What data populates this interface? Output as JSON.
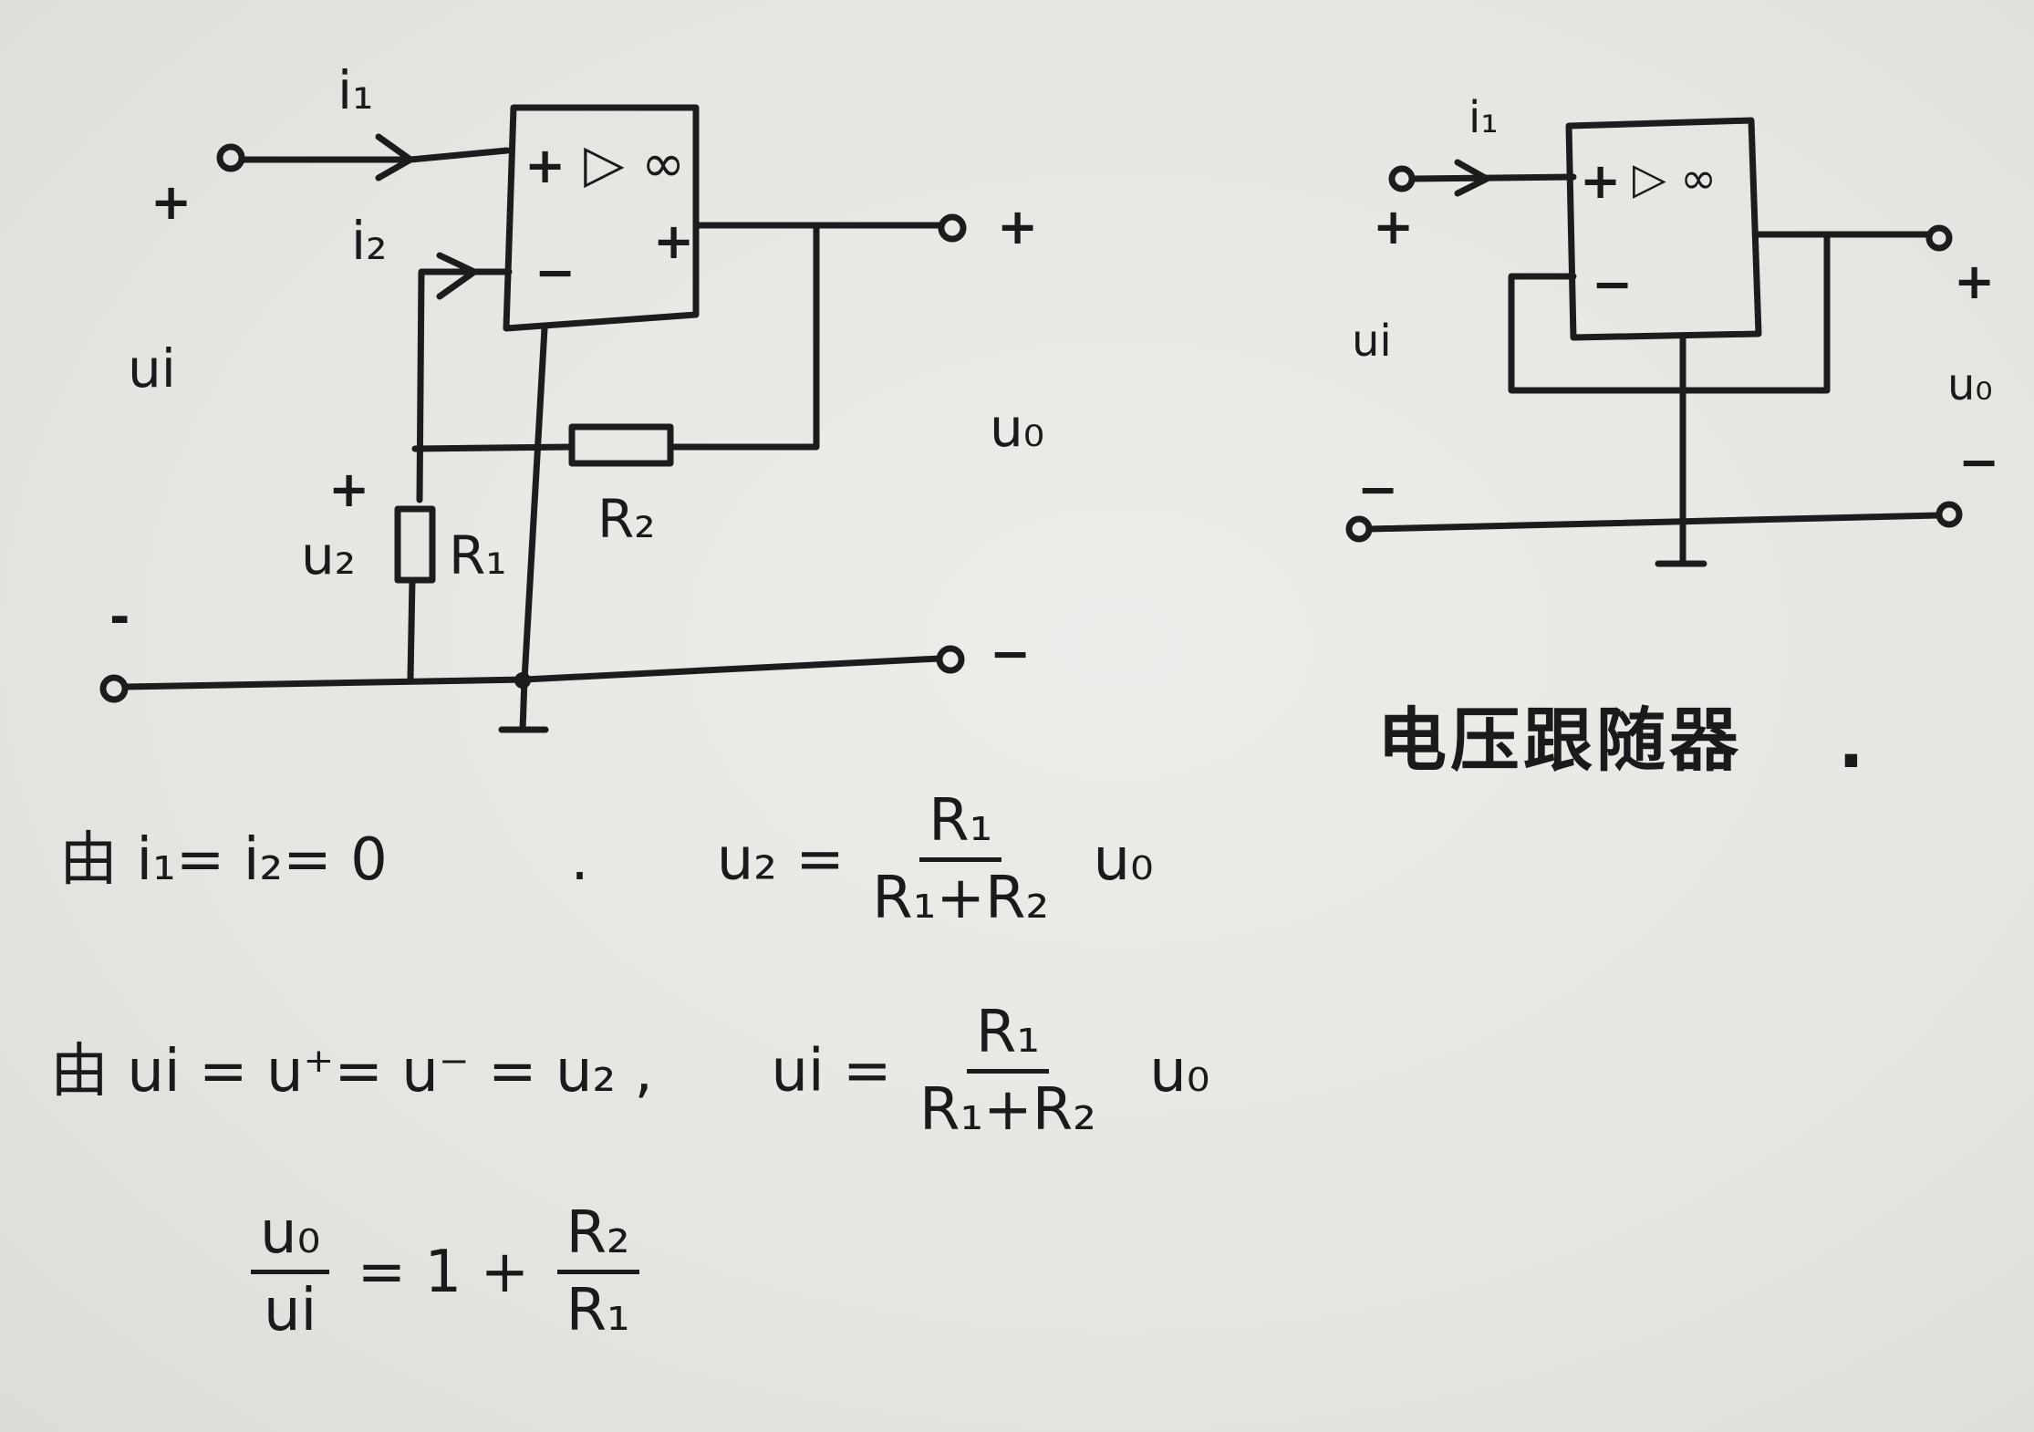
{
  "left_circuit": {
    "i1": "i₁",
    "i2": "i₂",
    "opamp_plus": "+",
    "opamp_minus": "−",
    "opamp_symbol": "▷ ∞",
    "opamp_out_sign": "+",
    "ui": "ui",
    "uo": "u₀",
    "u2": "u₂",
    "r1": "R₁",
    "r2": "R₂",
    "in_plus": "+",
    "in_minus": "-",
    "out_plus": "+",
    "out_minus": "−",
    "u2_plus": "+"
  },
  "right_circuit": {
    "i1": "i₁",
    "opamp_plus": "+",
    "opamp_minus": "−",
    "opamp_symbol": "▷ ∞",
    "ui": "ui",
    "uo": "u₀",
    "in_plus": "+",
    "in_minus": "−",
    "out_plus": "+",
    "out_minus": "−",
    "caption": "电压跟随器",
    "caption_dot": "."
  },
  "equations": {
    "line1_left": "由 i₁= i₂= 0",
    "line1_sep": ".",
    "line1_lhs": "u₂ =",
    "line1_num": "R₁",
    "line1_den": "R₁+R₂",
    "line1_tail": "u₀",
    "line2_left": "由 ui = u⁺= u⁻ = u₂ ,",
    "line2_lhs": "ui =",
    "line2_num": "R₁",
    "line2_den": "R₁+R₂",
    "line2_tail": "u₀",
    "line3_num": "u₀",
    "line3_den": "ui",
    "line3_mid": "= 1 +",
    "line3_rnum": "R₂",
    "line3_rden": "R₁"
  }
}
